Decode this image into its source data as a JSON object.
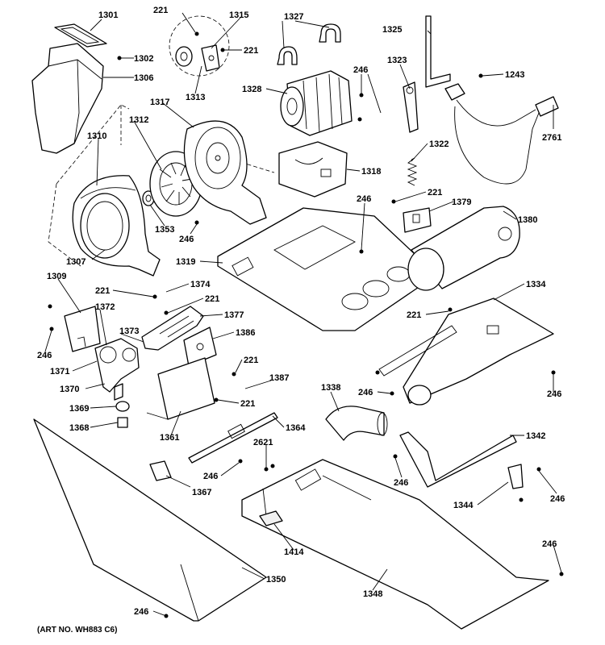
{
  "art_number": "(ART NO. WH883 C6)",
  "callouts": [
    "1301",
    "221",
    "1315",
    "1327",
    "1325",
    "1302",
    "221",
    "1306",
    "1313",
    "1323",
    "246",
    "1243",
    "1328",
    "1317",
    "1312",
    "1310",
    "2761",
    "1322",
    "1318",
    "221",
    "246",
    "1379",
    "1380",
    "1353",
    "246",
    "1307",
    "1319",
    "1309",
    "1374",
    "221",
    "221",
    "1372",
    "1377",
    "1373",
    "1386",
    "1334",
    "221",
    "246",
    "221",
    "1371",
    "1387",
    "1370",
    "1338",
    "246",
    "246",
    "221",
    "1369",
    "1364",
    "1368",
    "1361",
    "2621",
    "1342",
    "246",
    "246",
    "1367",
    "1344",
    "246",
    "1414",
    "246",
    "1350",
    "1348",
    "246"
  ]
}
